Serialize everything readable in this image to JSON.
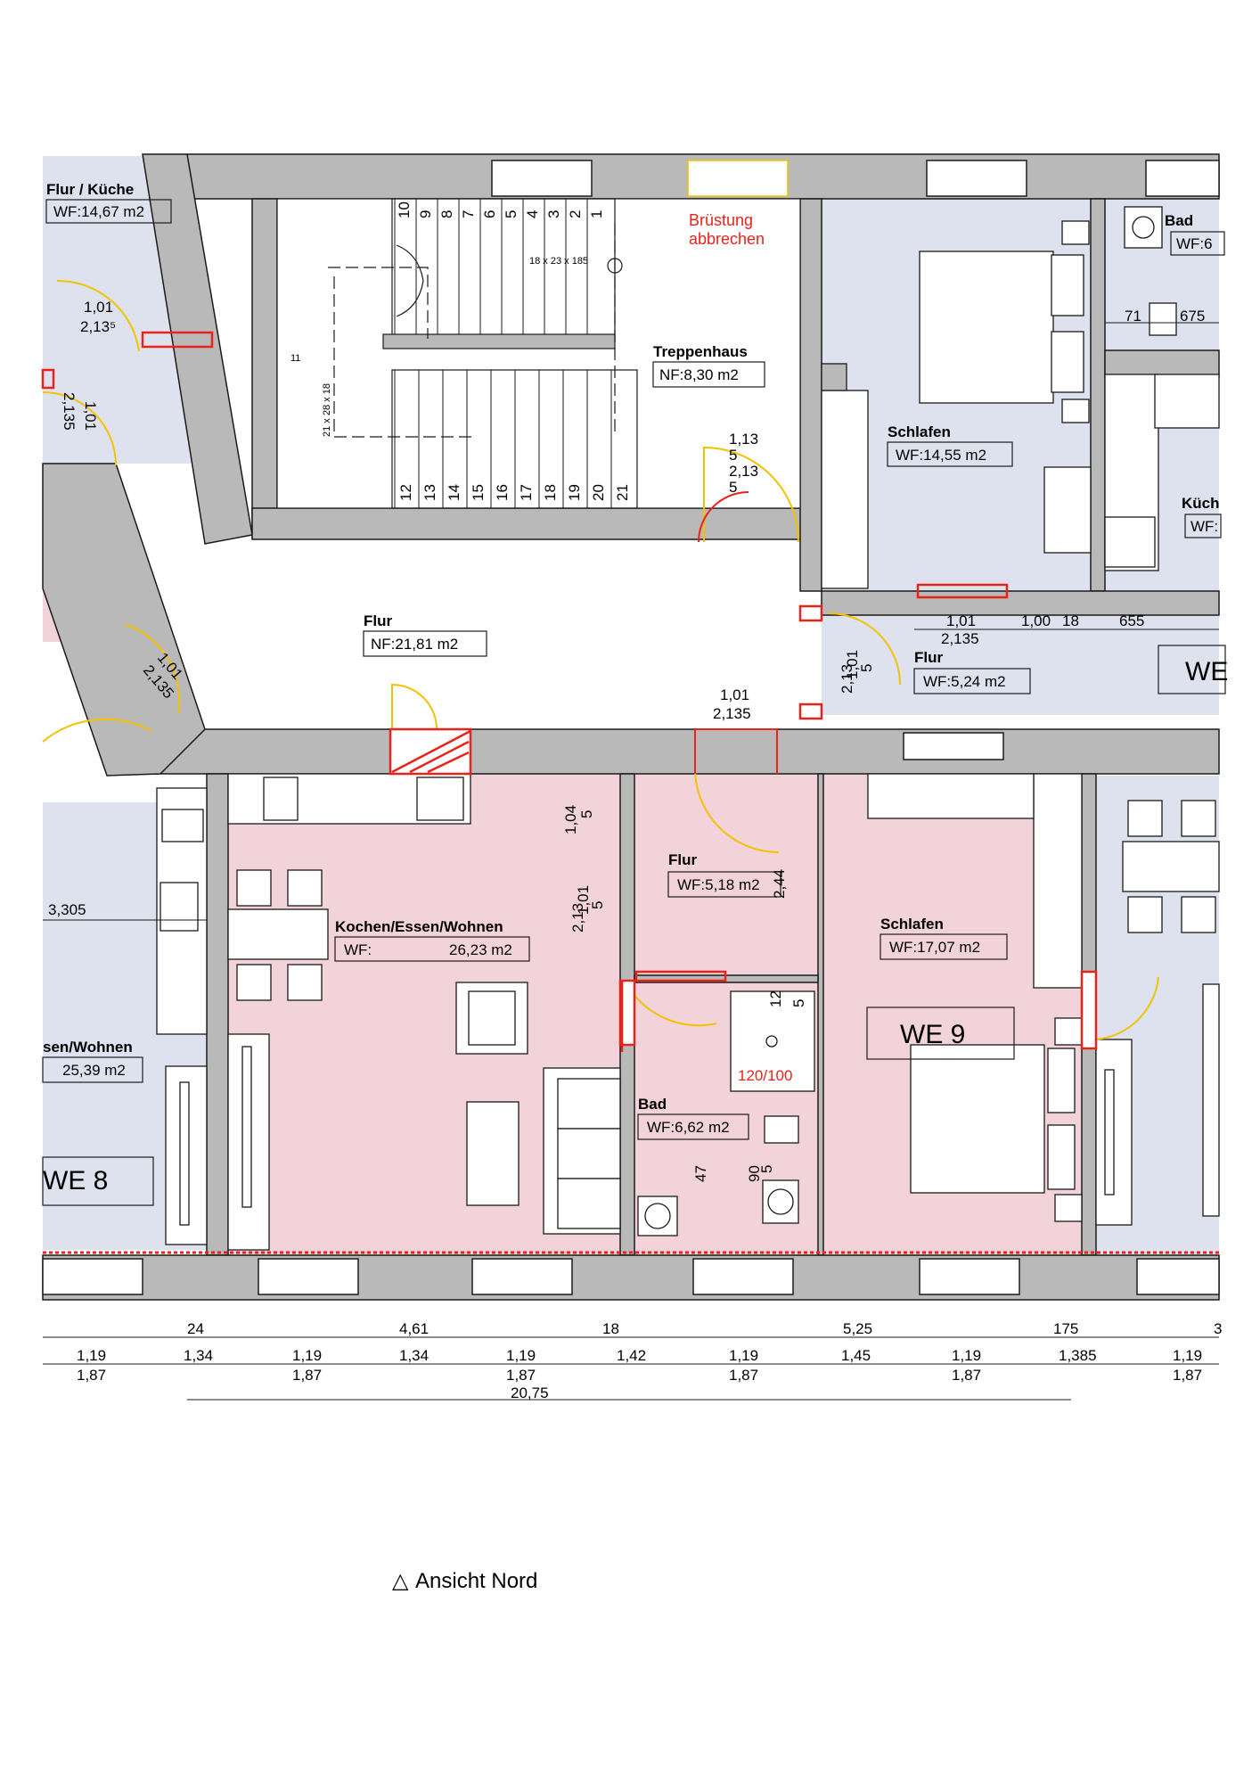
{
  "colors": {
    "wall": "#b9b9ba",
    "we9_fill": "#f3d3da",
    "we8_fill": "#dde2ee",
    "door_swing": "#f2c200",
    "cut_red": "#e8231a",
    "line": "#1a1a1a"
  },
  "rooms": {
    "flur_kueche_tl": {
      "name": "Flur / Küche",
      "area": "WF:14,67 m2"
    },
    "treppenhaus": {
      "name": "Treppenhaus",
      "area": "NF:8,30 m2"
    },
    "schlafen_top": {
      "name": "Schlafen",
      "area": "WF:14,55 m2"
    },
    "bad_top": {
      "name": "Bad",
      "area": "WF:6"
    },
    "kueche_right": {
      "name": "Küch",
      "area": "WF:"
    },
    "flur_main": {
      "name": "Flur",
      "area": "NF:21,81 m2"
    },
    "flur_right": {
      "name": "Flur",
      "area": "WF:5,24 m2"
    },
    "we_right": {
      "label": "WE"
    },
    "kochen": {
      "name": "Kochen/Essen/Wohnen",
      "area_prefix": "WF:",
      "area_value": "26,23 m2"
    },
    "flur_we9": {
      "name": "Flur",
      "area": "WF:5,18 m2"
    },
    "schlafen_we9": {
      "name": "Schlafen",
      "area": "WF:17,07 m2"
    },
    "bad_we9": {
      "name": "Bad",
      "area": "WF:6,62 m2"
    },
    "essen_wohnen_left": {
      "name": "sen/Wohnen",
      "area": "25,39 m2"
    },
    "we8": {
      "label": "WE 8"
    },
    "we9": {
      "label": "WE 9"
    }
  },
  "annotations": {
    "bruestung_line1": "Brüstung",
    "bruestung_line2": "abbrechen",
    "stair_spec_upper": "18 x 23 x 185",
    "stair_spec_lower": "21 x 28 x 18",
    "stair_landing": "11",
    "shower": "120/100",
    "left_dim": "3,305",
    "compass_text": "Ansicht Nord",
    "compass_symbol": "△"
  },
  "stair_steps_top": [
    "10",
    "9",
    "8",
    "7",
    "6",
    "5",
    "4",
    "3",
    "2",
    "1"
  ],
  "stair_steps_bottom": [
    "12",
    "13",
    "14",
    "15",
    "16",
    "17",
    "18",
    "19",
    "20",
    "21"
  ],
  "door_dims": {
    "tl_a": "1,01",
    "tl_b": "2,13⁵",
    "tl2_a": "1,01",
    "tl2_b": "2,135",
    "ml_a": "1,01",
    "ml_b": "2,135",
    "tr_a": "1,13",
    "tr_b": "5",
    "tr_c": "2,13",
    "tr_d": "5",
    "flur_a": "1,01",
    "flur_b": "2,135",
    "flurr_a": "2,13",
    "flurr_b": "1,01",
    "flurr_c": "5",
    "kitchen_a": "1,04",
    "kitchen_b": "5",
    "kitchen_c": "2,13",
    "kitchen_d": "1,01",
    "kitchen_e": "5",
    "flur9_a": "2,44",
    "bad_a": "12",
    "bad_b": "5",
    "bad_c": "47",
    "bad_d": "90",
    "bad_e": "5"
  },
  "top_dims": {
    "a": "1,01",
    "b": "2,135",
    "c": "1,00",
    "d": "18",
    "e": "655",
    "bad_w": "71",
    "bad_x": "675"
  },
  "bottom_dims": {
    "row1": [
      "24",
      "4,61",
      "18",
      "5,25",
      "175",
      "3"
    ],
    "row2_top": [
      "1,19",
      "1,34",
      "1,19",
      "1,34",
      "1,19",
      "1,42",
      "1,19",
      "1,45",
      "1,19",
      "1,385",
      "1,19"
    ],
    "row2_bot": [
      "1,87",
      "1,87",
      "1,87",
      "1,87",
      "1,87",
      "1,87"
    ],
    "total": "20,75"
  }
}
